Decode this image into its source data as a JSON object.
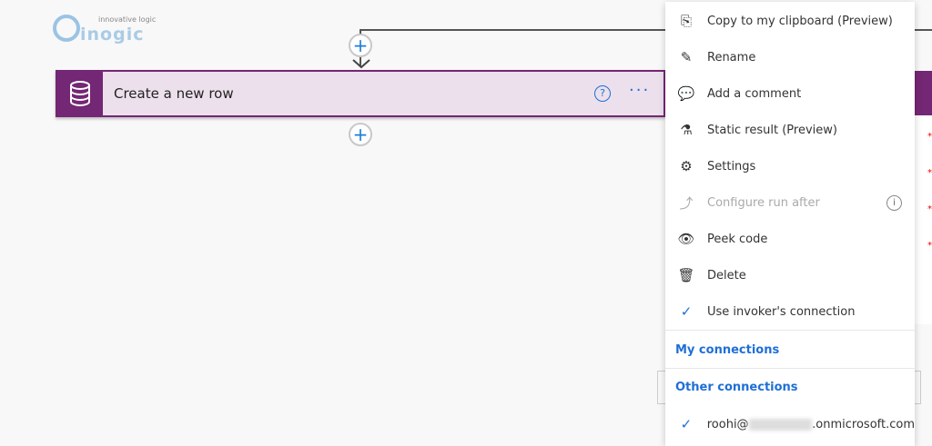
{
  "logo": {
    "tagline": "innovative logic",
    "word": "inogic"
  },
  "action": {
    "title": "Create a new row",
    "help": "?",
    "more": "···"
  },
  "menu": {
    "items": [
      {
        "icon": "copy-icon",
        "glyph": "⎘",
        "label": "Copy to my clipboard (Preview)"
      },
      {
        "icon": "pencil-icon",
        "glyph": "✎",
        "label": "Rename"
      },
      {
        "icon": "comment-icon",
        "glyph": "💬",
        "label": "Add a comment"
      },
      {
        "icon": "flask-icon",
        "glyph": "⚗",
        "label": "Static result (Preview)"
      },
      {
        "icon": "gear-icon",
        "glyph": "⚙",
        "label": "Settings"
      },
      {
        "icon": "run-after-icon",
        "glyph": "⤴",
        "label": "Configure run after",
        "disabled": true
      },
      {
        "icon": "eye-icon",
        "glyph": "👁",
        "label": "Peek code"
      },
      {
        "icon": "trash-icon",
        "glyph": "🗑",
        "label": "Delete"
      },
      {
        "icon": "check-icon",
        "glyph": "✓",
        "label": "Use invoker's connection"
      }
    ],
    "my_connections": "My connections",
    "other_connections": "Other connections",
    "connection": {
      "prefix": "roohi@",
      "suffix": ".onmicrosoft.com",
      "glyph": "✓"
    }
  },
  "colors": {
    "accent": "#742774",
    "link": "#1e6fd6"
  }
}
